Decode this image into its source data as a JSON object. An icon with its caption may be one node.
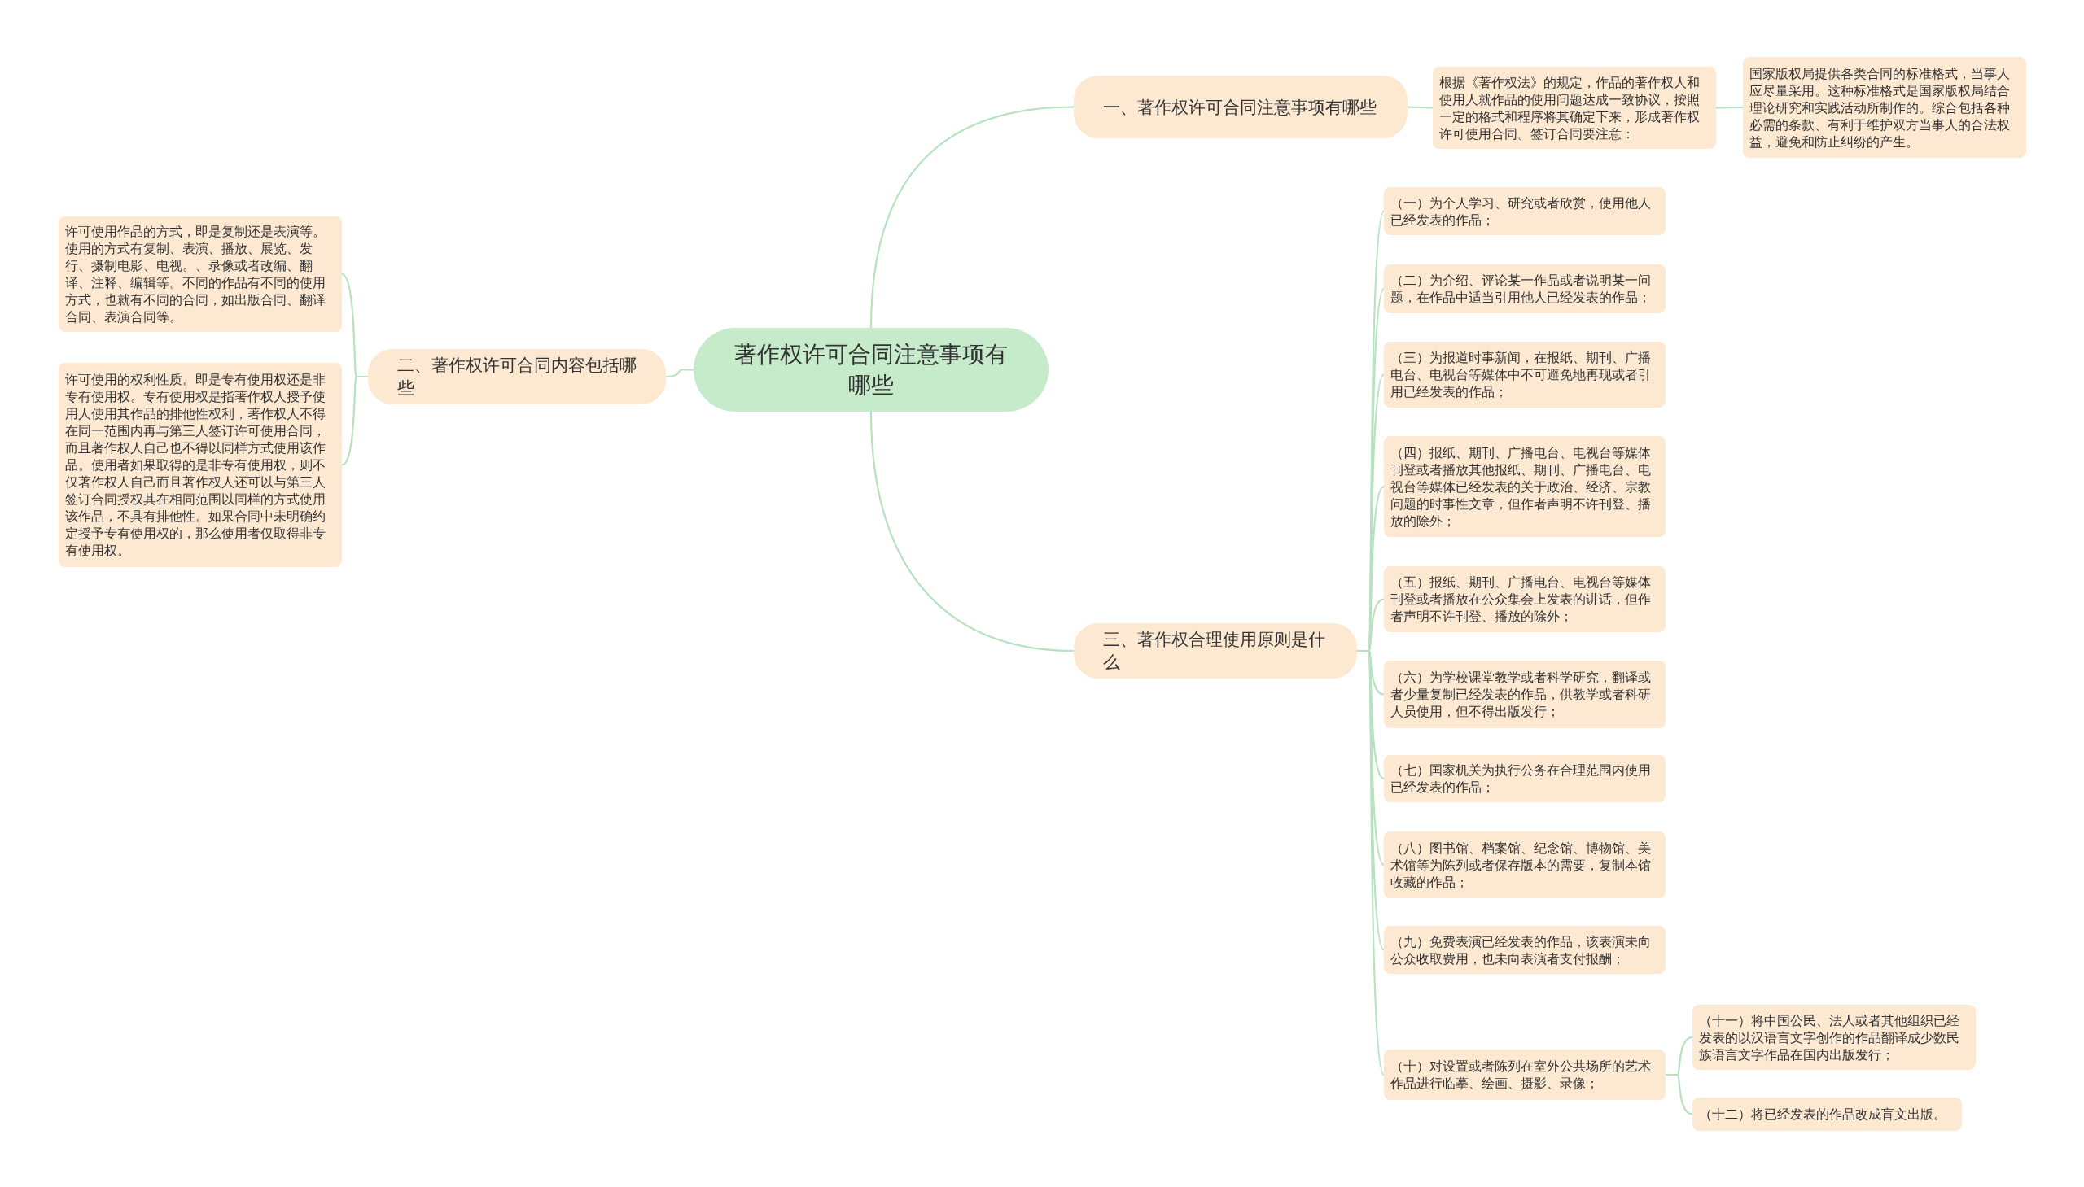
{
  "diagram": {
    "nodes": [
      {
        "text": [
          "著作权许可合同注意事项有哪些"
        ]
      },
      {
        "text": [
          "一、著作权许可合同注意事项有哪些"
        ]
      },
      {
        "text": [
          "根据《著作权法》的规定，作品的著作权人和使用人就作品的使用问题达成一致协议，按照一定的格式和程序将其确定下来，形成著作权许可使用合同。签订合同要注意："
        ]
      },
      {
        "text": [
          "国家版权局提供各类合同的标准格式，当事人应尽量采用。这种标准格式是国家版权局结合理论研究和实践活动所制作的。综合包括各种必需的条款、有利于维护双方当事人的合法权益，避免和防止纠纷的产生。"
        ]
      },
      {
        "text": [
          "二、著作权许可合同内容包括哪些"
        ]
      },
      {
        "text": [
          "许可使用作品的方式，即是复制还是表演等。使用的方式有复制、表演、播放、展览、发行、摄制电影、电视。、录像或者改编、翻译、注释、编辑等。不同的作品有不同的使用方式，也就有不同的合同，如出版合同、翻译合同、表演合同等。"
        ]
      },
      {
        "text": [
          "许可使用的权利性质。即是专有使用权还是非专有使用权。专有使用权是指著作权人授予使用人使用其作品的排他性权利，著作权人不得在同一范围内再与第三人签订许可使用合同，而且著作权人自己也不得以同样方式使用该作品。使用者如果取得的是非专有使用权，则不仅著作权人自己而且著作权人还可以与第三人签订合同授权其在相同范围以同样的方式使用该作品，不具有排他性。如果合同中未明确约定授予专有使用权的，那么使用者仅取得非专有使用权。"
        ]
      },
      {
        "text": [
          "三、著作权合理使用原则是什么"
        ]
      },
      {
        "text": [
          "（一）为个人学习、研究或者欣赏，使用他人已经发表的作品；"
        ]
      },
      {
        "text": [
          "（二）为介绍、评论某一作品或者说明某一问题，在作品中适当引用他人已经发表的作品；"
        ]
      },
      {
        "text": [
          "（三）为报道时事新闻，在报纸、期刊、广播电台、电视台等媒体中不可避免地再现或者引用已经发表的作品；"
        ]
      },
      {
        "text": [
          "（四）报纸、期刊、广播电台、电视台等媒体刊登或者播放其他报纸、期刊、广播电台、电视台等媒体已经发表的关于政治、经济、宗教问题的时事性文章，但作者声明不许刊登、播放的除外；"
        ]
      },
      {
        "text": [
          "（五）报纸、期刊、广播电台、电视台等媒体刊登或者播放在公众集会上发表的讲话，但作者声明不许刊登、播放的除外；"
        ]
      },
      {
        "text": [
          "（六）为学校课堂教学或者科学研究，翻译或者少量复制已经发表的作品，供教学或者科研人员使用，但不得出版发行；"
        ]
      },
      {
        "text": [
          "（七）国家机关为执行公务在合理范围内使用已经发表的作品；"
        ]
      },
      {
        "text": [
          "（八）图书馆、档案馆、纪念馆、博物馆、美术馆等为陈列或者保存版本的需要，复制本馆收藏的作品；"
        ]
      },
      {
        "text": [
          "（九）免费表演已经发表的作品，该表演未向公众收取费用，也未向表演者支付报酬；"
        ]
      },
      {
        "text": [
          "（十）对设置或者陈列在室外公共场所的艺术作品进行临摹、绘画、摄影、录像；"
        ]
      },
      {
        "text": [
          "（十一）将中国公民、法人或者其他组织已经发表的以汉语言文字创作的作品翻译成少数民族语言文字作品在国内出版发行；"
        ]
      },
      {
        "text": [
          "（十二）将已经发表的作品改成盲文出版。"
        ]
      }
    ],
    "edges": [
      {
        "from": 0,
        "to": 1,
        "arrow": "none"
      },
      {
        "from": 1,
        "to": 2,
        "arrow": "none"
      },
      {
        "from": 2,
        "to": 3,
        "arrow": "none"
      },
      {
        "from": 0,
        "to": 4,
        "arrow": "none"
      },
      {
        "from": 4,
        "to": 5,
        "arrow": "none"
      },
      {
        "from": 4,
        "to": 6,
        "arrow": "none"
      },
      {
        "from": 0,
        "to": 7,
        "arrow": "none"
      },
      {
        "from": 7,
        "to": 8,
        "arrow": "none"
      },
      {
        "from": 7,
        "to": 9,
        "arrow": "none"
      },
      {
        "from": 7,
        "to": 10,
        "arrow": "none"
      },
      {
        "from": 7,
        "to": 11,
        "arrow": "none"
      },
      {
        "from": 7,
        "to": 12,
        "arrow": "none"
      },
      {
        "from": 7,
        "to": 13,
        "arrow": "none"
      },
      {
        "from": 7,
        "to": 14,
        "arrow": "none"
      },
      {
        "from": 7,
        "to": 15,
        "arrow": "none"
      },
      {
        "from": 7,
        "to": 16,
        "arrow": "none"
      },
      {
        "from": 7,
        "to": 17,
        "arrow": "none"
      },
      {
        "from": 17,
        "to": 18,
        "arrow": "none"
      },
      {
        "from": 17,
        "to": 19,
        "arrow": "none"
      }
    ]
  }
}
